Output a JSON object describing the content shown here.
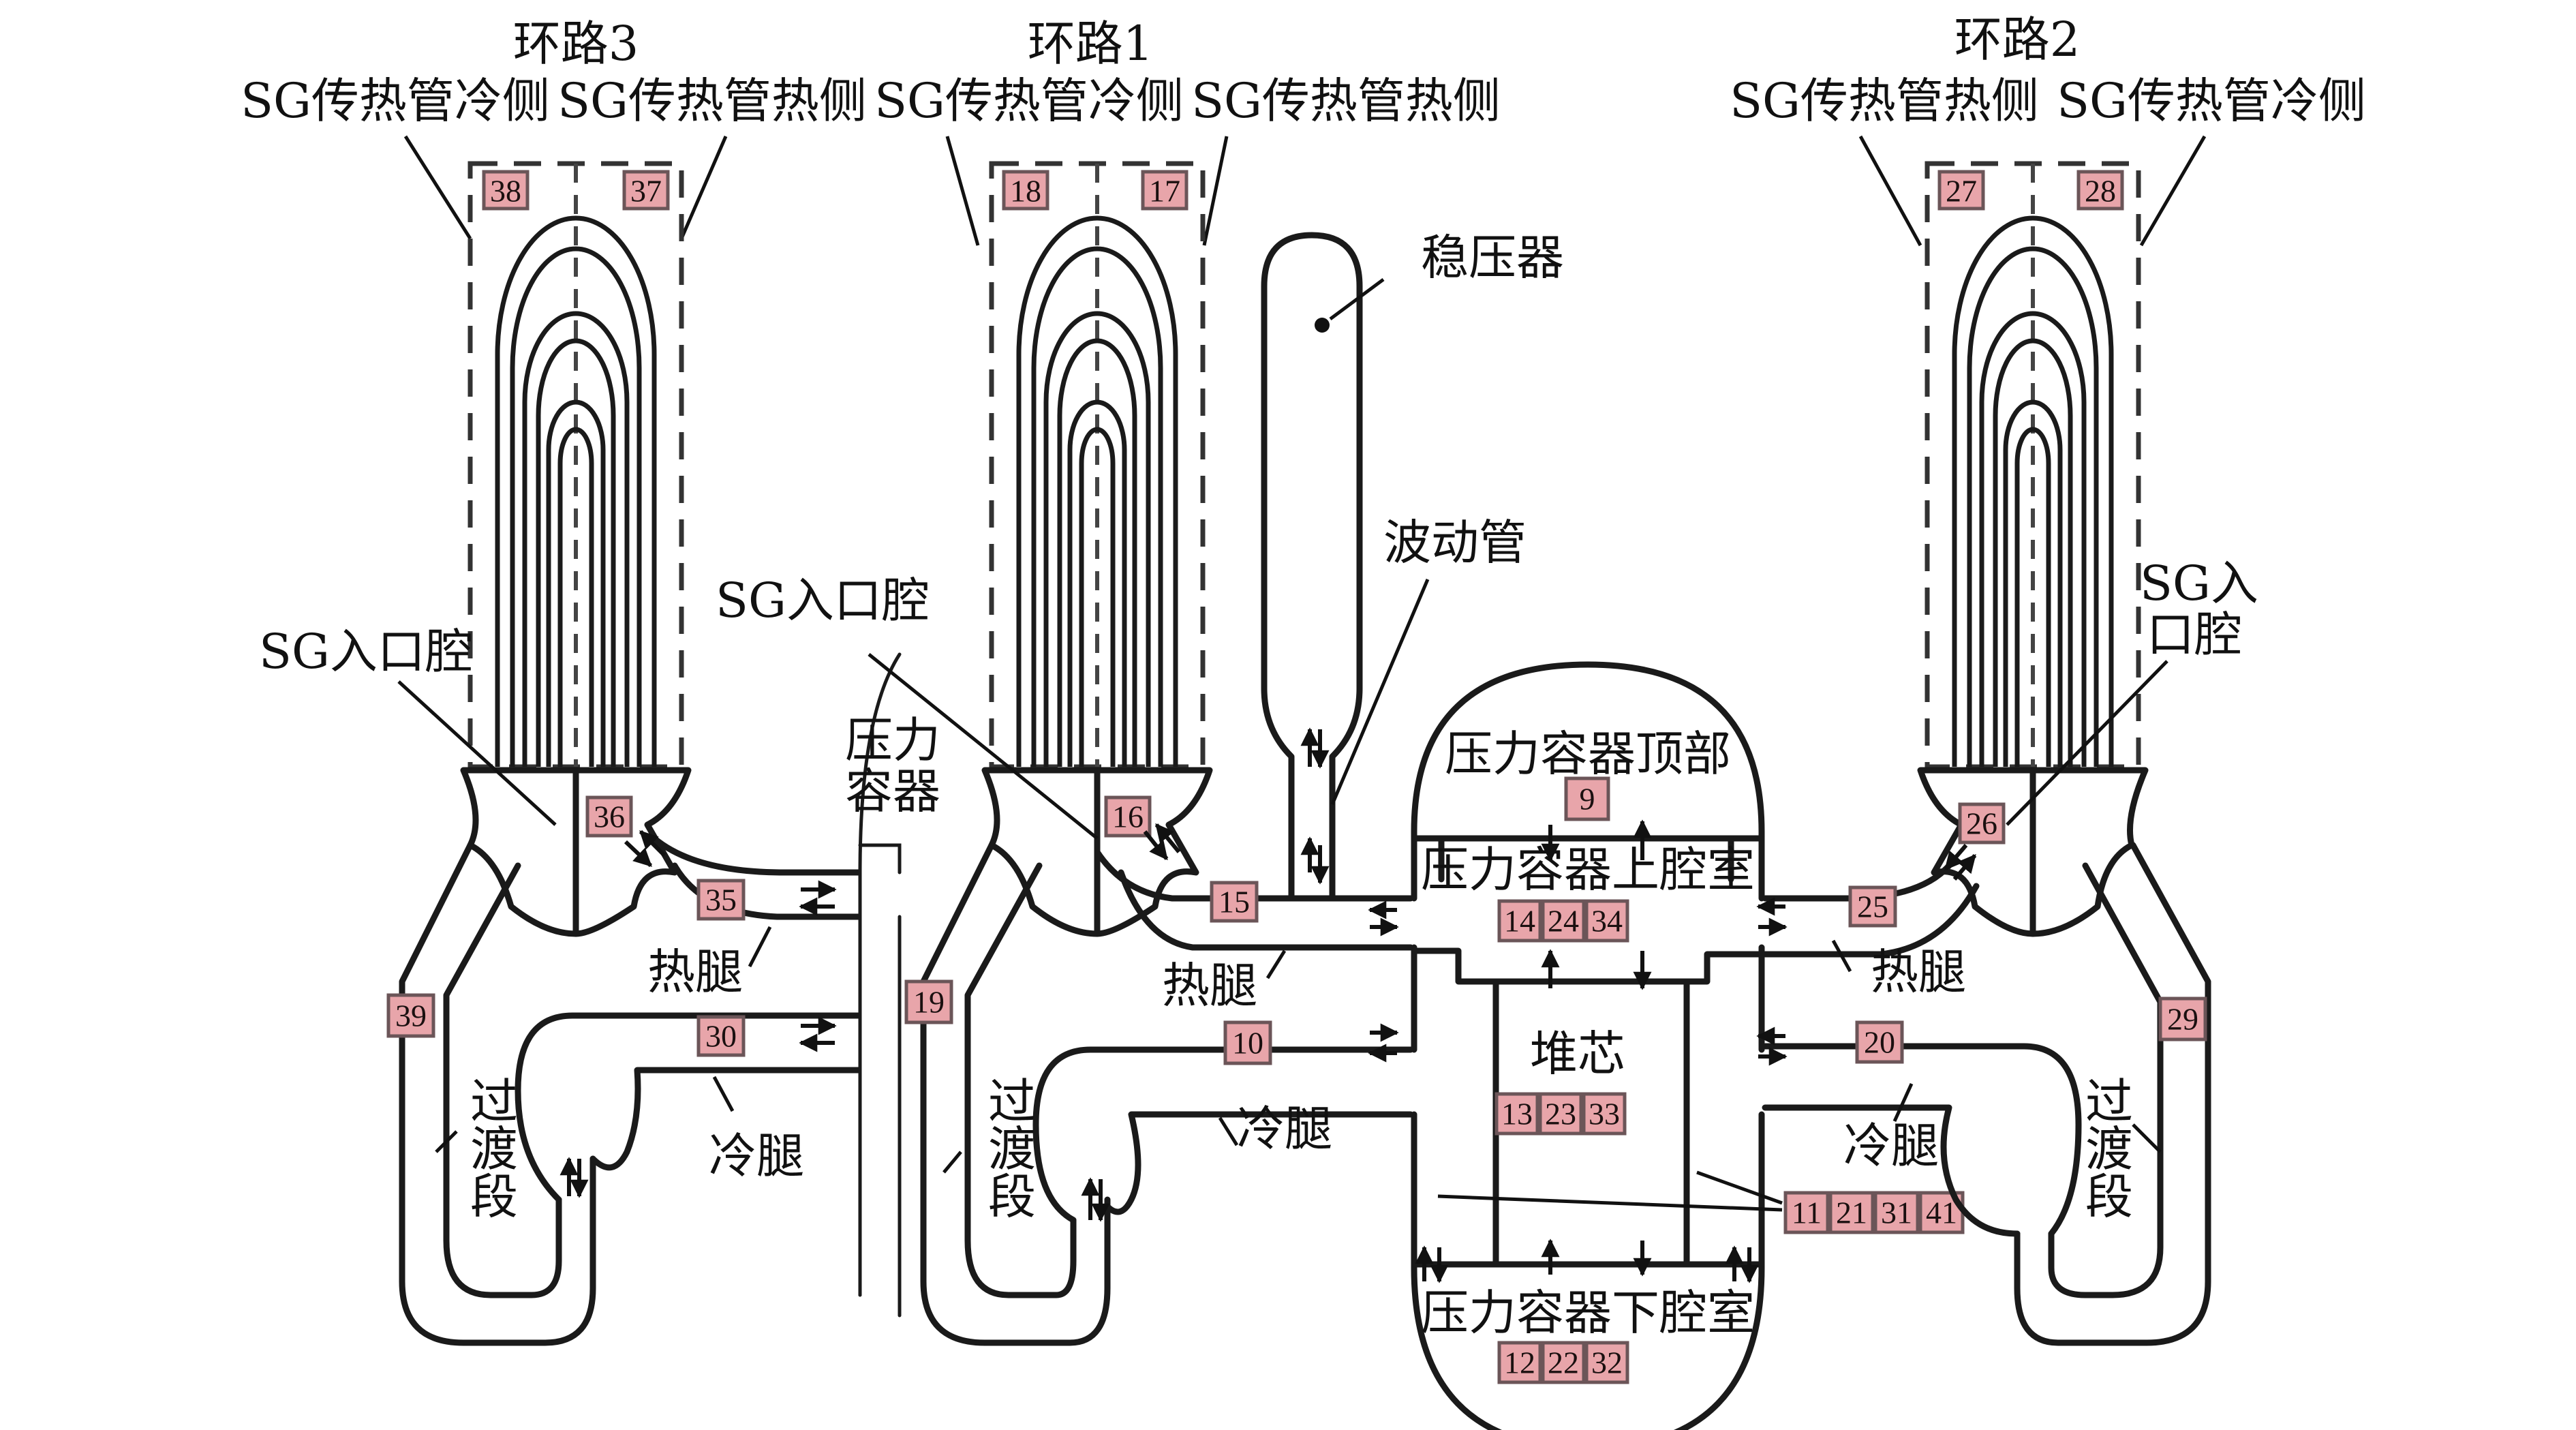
{
  "diagram": {
    "loops": [
      {
        "id": "loop3",
        "title": "环路3",
        "left_label": "SG传热管冷侧",
        "right_label": "SG传热管热侧"
      },
      {
        "id": "loop1",
        "title": "环路1",
        "left_label": "SG传热管冷侧",
        "right_label": "SG传热管热侧"
      },
      {
        "id": "loop2",
        "title": "环路2",
        "left_label": "SG传热管热侧",
        "right_label": "SG传热管冷侧"
      }
    ],
    "labels": {
      "pressurizer": "稳压器",
      "surge_line": "波动管",
      "sg_inlet_loop3": "SG入口腔",
      "sg_inlet_loop1": "SG入口腔",
      "sg_inlet_loop2_line1": "SG入",
      "sg_inlet_loop2_line2": "口腔",
      "pv_side_line1": "压力",
      "pv_side_line2": "容器",
      "pv_top": "压力容器顶部",
      "pv_upper_plenum": "压力容器上腔室",
      "core": "堆芯",
      "pv_lower_plenum": "压力容器下腔室",
      "hot_leg": "热腿",
      "cold_leg": "冷腿",
      "crossover_1": "过",
      "crossover_2": "渡",
      "crossover_3": "段"
    },
    "node_fill": "#e8a5aa",
    "nodes": {
      "n38": "38",
      "n37": "37",
      "n18": "18",
      "n17": "17",
      "n27": "27",
      "n28": "28",
      "n36": "36",
      "n16": "16",
      "n26": "26",
      "n35": "35",
      "n15": "15",
      "n25": "25",
      "n30": "30",
      "n10": "10",
      "n20": "20",
      "n39": "39",
      "n19": "19",
      "n29": "29",
      "n9": "9",
      "n14": "14",
      "n24": "24",
      "n34": "34",
      "n13": "13",
      "n23": "23",
      "n33": "33",
      "n12": "12",
      "n22": "22",
      "n32": "32",
      "n11": "11",
      "n21": "21",
      "n31": "31",
      "n41": "41"
    }
  }
}
